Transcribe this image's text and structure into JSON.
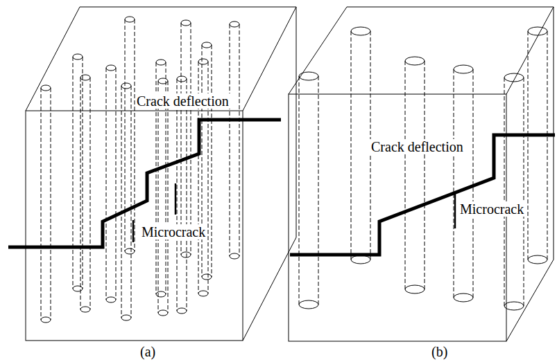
{
  "diagram": {
    "labels": [
      "Crack deflection",
      "Microcrack",
      "(a)",
      "Crack deflection",
      "Microcrack",
      "(b)"
    ]
  }
}
